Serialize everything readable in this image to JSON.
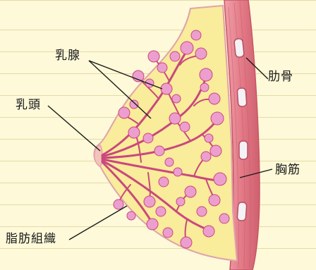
{
  "labels": {
    "mammary_gland": "乳腺",
    "nipple": "乳頭",
    "adipose_tissue": "脂肪組織",
    "rib": "肋骨",
    "pectoral_muscle": "胸筋"
  },
  "colors": {
    "paper": "#fdf9d9",
    "paper_line": "#e6dba5",
    "fat": "#f9ec9a",
    "outline": "#e0a2ac",
    "muscle": "#e27a86",
    "muscle_dark": "#c85565",
    "duct": "#c9487d",
    "lobule": "#ec9fce",
    "rib": "#f4f2f4"
  }
}
